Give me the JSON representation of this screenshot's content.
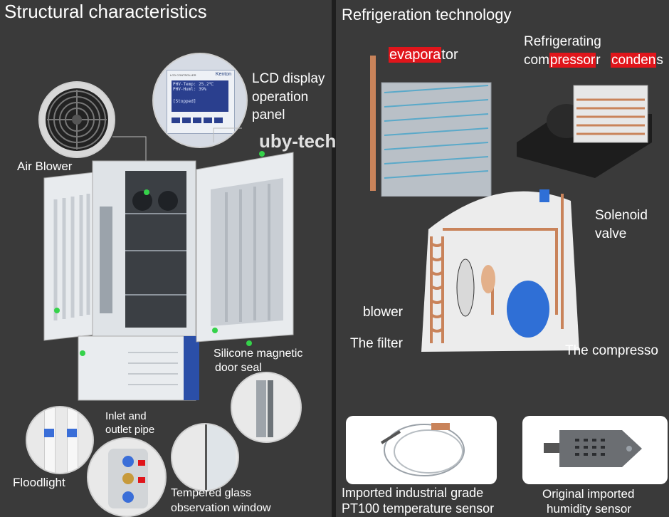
{
  "left": {
    "title": "Structural characteristics",
    "labels": {
      "lcd_1": "LCD display",
      "lcd_2": "operation",
      "lcd_3": "panel",
      "air_blower": "Air Blower",
      "seal_1": "Silicone magnetic",
      "seal_2": "door seal",
      "inlet_1": "Inlet and",
      "inlet_2": "outlet pipe",
      "floodlight": "Floodlight",
      "glass_1": "Tempered glass",
      "glass_2": "observation window"
    },
    "lcd_screen": {
      "brand": "Kenton",
      "header": "LCD CONTROLLER",
      "line1": "PHV-Temp: 25.2℃",
      "line2": "PHV-Huml:  39%",
      "status": "[Stopped]"
    }
  },
  "watermark": "uby-tech",
  "right": {
    "title": "Refrigeration technology",
    "labels": {
      "evap_a": "evapora",
      "evap_b": "tor",
      "refr": "Refrigerating",
      "comp_a": "com",
      "comp_b": "pressor",
      "comp_c": "r",
      "cond": "conden",
      "cond_tail": "s",
      "solenoid_1": "Solenoid",
      "solenoid_2": "valve",
      "blower": "blower",
      "filter": "The filter",
      "compressor": "The compresso",
      "pt100_1": "Imported industrial grade",
      "pt100_2": "PT100 temperature sensor",
      "humid_1": "Original imported",
      "humid_2": "humidity sensor"
    }
  },
  "colors": {
    "panel_bg": "#3a3a3a",
    "highlight": "#e0151b",
    "green_dot": "#35d24a",
    "compressor_blue": "#2f6fd6"
  }
}
